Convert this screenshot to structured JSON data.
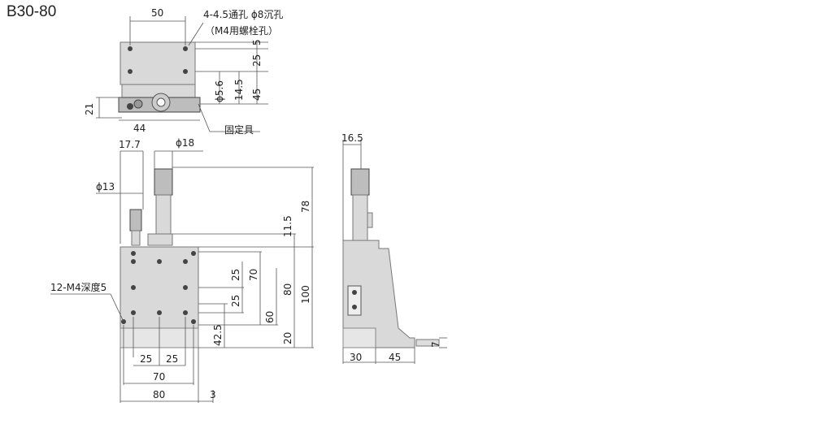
{
  "title": "B30-80",
  "notes": {
    "holes_line1": "4-4.5通孔 ϕ8沉孔",
    "holes_line2": "（M4用螺栓孔）",
    "fixture": "固定具",
    "tapped": "12-M4深度5"
  },
  "dims": {
    "top_50": "50",
    "top_5": "5",
    "top_25": "25",
    "top_5_6": "ϕ5.6",
    "top_14_5": "14.5",
    "top_45": "45",
    "top_21": "21",
    "top_44": "44",
    "d_17_7": "17.7",
    "d_phi18": "ϕ18",
    "d_phi13": "ϕ13",
    "d_11_5": "11.5",
    "d_78": "78",
    "d_25a": "25",
    "d_70v": "70",
    "d_80v": "80",
    "d_100": "100",
    "d_25b": "25",
    "d_60": "60",
    "d_42_5": "42.5",
    "d_20": "20",
    "d_25c": "25",
    "d_25d": "25",
    "d_70h": "70",
    "d_80h": "80",
    "d_3": "3",
    "s_16_5": "16.5",
    "s_30": "30",
    "s_45": "45",
    "s_7": "7"
  }
}
